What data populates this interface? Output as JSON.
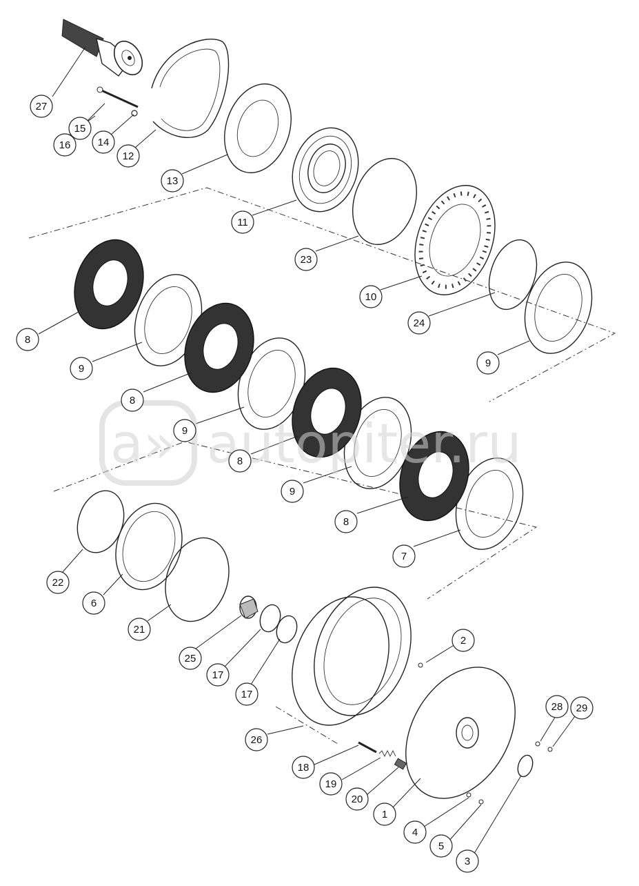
{
  "watermark": {
    "text": "autopiter.ru",
    "logo_glyph": "a»"
  },
  "callouts": [
    {
      "id": "c27",
      "label": "27"
    },
    {
      "id": "c15",
      "label": "15"
    },
    {
      "id": "c16",
      "label": "16"
    },
    {
      "id": "c14",
      "label": "14"
    },
    {
      "id": "c12",
      "label": "12"
    },
    {
      "id": "c13",
      "label": "13"
    },
    {
      "id": "c11",
      "label": "11"
    },
    {
      "id": "c23",
      "label": "23"
    },
    {
      "id": "c10",
      "label": "10"
    },
    {
      "id": "c24",
      "label": "24"
    },
    {
      "id": "c9a",
      "label": "9"
    },
    {
      "id": "c8a",
      "label": "8"
    },
    {
      "id": "c9b",
      "label": "9"
    },
    {
      "id": "c8b",
      "label": "8"
    },
    {
      "id": "c9c",
      "label": "9"
    },
    {
      "id": "c8c",
      "label": "8"
    },
    {
      "id": "c9d",
      "label": "9"
    },
    {
      "id": "c8d",
      "label": "8"
    },
    {
      "id": "c7",
      "label": "7"
    },
    {
      "id": "c22",
      "label": "22"
    },
    {
      "id": "c6",
      "label": "6"
    },
    {
      "id": "c21",
      "label": "21"
    },
    {
      "id": "c25",
      "label": "25"
    },
    {
      "id": "c17a",
      "label": "17"
    },
    {
      "id": "c17b",
      "label": "17"
    },
    {
      "id": "c2",
      "label": "2"
    },
    {
      "id": "c26",
      "label": "26"
    },
    {
      "id": "c28",
      "label": "28"
    },
    {
      "id": "c29",
      "label": "29"
    },
    {
      "id": "c18",
      "label": "18"
    },
    {
      "id": "c19",
      "label": "19"
    },
    {
      "id": "c20",
      "label": "20"
    },
    {
      "id": "c1",
      "label": "1"
    },
    {
      "id": "c4",
      "label": "4"
    },
    {
      "id": "c5",
      "label": "5"
    },
    {
      "id": "c3",
      "label": "3"
    }
  ]
}
